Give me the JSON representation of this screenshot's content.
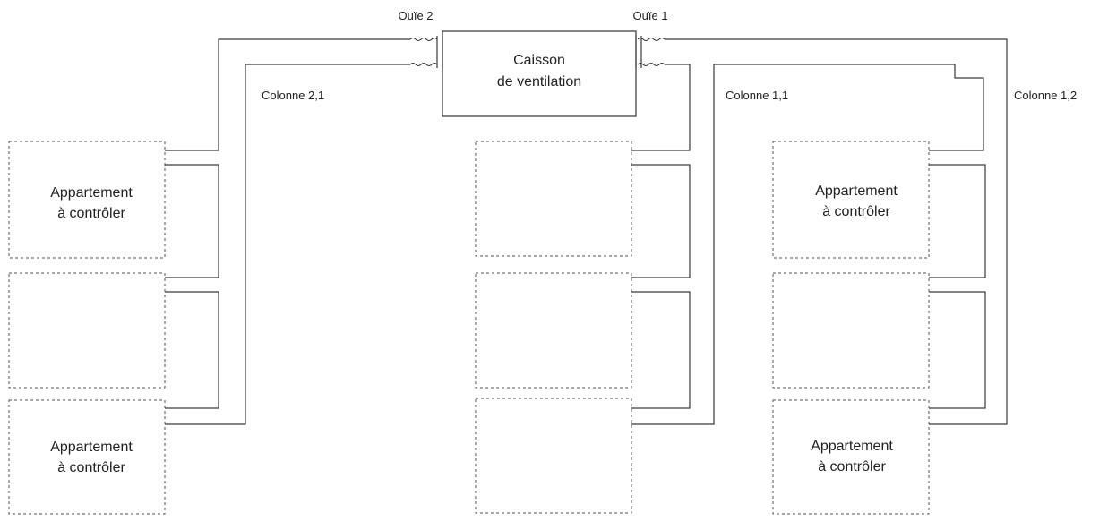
{
  "fan_box": {
    "line1": "Caisson",
    "line2": "de ventilation"
  },
  "outlets": {
    "left": "Ouïe 2",
    "right": "Ouïe 1"
  },
  "columns": {
    "c21": "Colonne 2,1",
    "c11": "Colonne 1,1",
    "c12": "Colonne 1,2"
  },
  "apartment_label": {
    "line1": "Appartement",
    "line2": "à contrôler"
  },
  "colors": {
    "line": "#3a3a3a",
    "dashed_border": "#555555",
    "text": "#222222"
  }
}
